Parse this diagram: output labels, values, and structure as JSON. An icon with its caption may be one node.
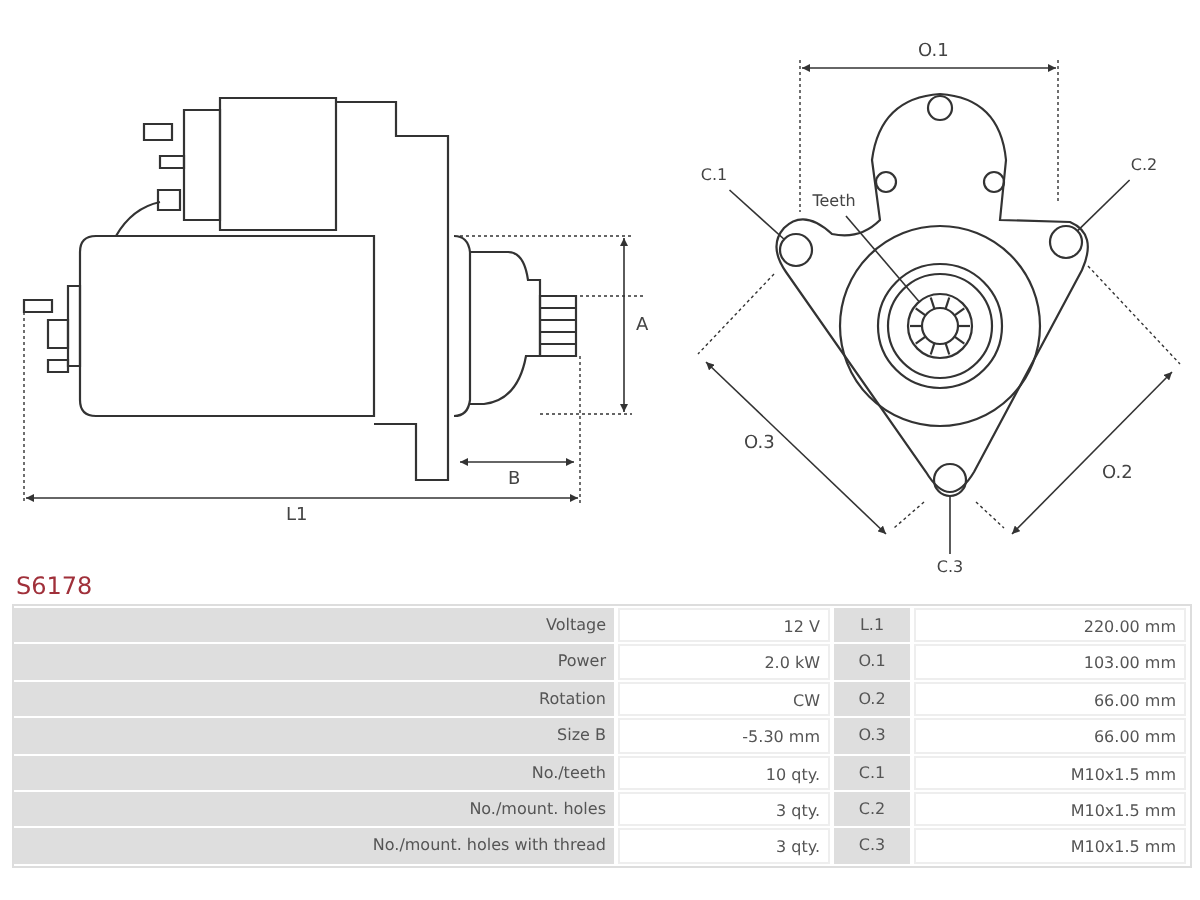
{
  "diagram": {
    "title": "S6178",
    "nodes": [
      {
        "text": [
          "C.1"
        ]
      },
      {
        "text": [
          "C.2"
        ]
      },
      {
        "text": [
          "Teeth"
        ]
      },
      {
        "text": [],
        "shape": "circle"
      },
      {
        "text": [],
        "shape": "circle"
      },
      {
        "text": [],
        "shape": "picture"
      },
      {
        "text": [],
        "shape": "circle"
      },
      {
        "text": [
          "C.3"
        ]
      }
    ],
    "edges": [
      {
        "from": 0,
        "to": 3,
        "arrow": "none"
      },
      {
        "from": 1,
        "to": 4,
        "arrow": "none"
      },
      {
        "from": 2,
        "to": 5,
        "arrow": "none"
      },
      {
        "from": 7,
        "to": 6,
        "arrow": "none"
      }
    ],
    "labels": [
      "O.1",
      "A",
      "B",
      "L1",
      "O.3",
      "O.2",
      "Voltage",
      "12 V",
      "L.1",
      "220.00 mm",
      "Power",
      "2.0 kW",
      "O.1",
      "103.00 mm",
      "Rotation",
      "CW",
      "O.2",
      "66.00 mm",
      "Size B",
      "-5.30 mm",
      "O.3",
      "66.00 mm",
      "No./teeth",
      "10 qty.",
      "C.1",
      "M10x1.5 mm",
      "No./mount. holes",
      "3 qty.",
      "C.2",
      "M10x1.5 mm",
      "No./mount. holes with thread",
      "3 qty.",
      "C.3",
      "M10x1.5 mm"
    ]
  }
}
